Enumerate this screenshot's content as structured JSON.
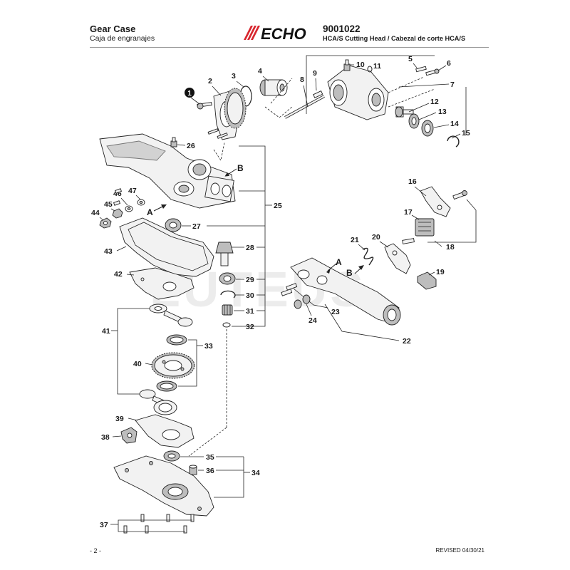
{
  "header": {
    "title": "Gear Case",
    "subtitle": "Caja de engranajes",
    "brand": "ECHO",
    "part_number": "9001022",
    "model": "HCA/S Cutting Head / Cabezal de corte HCA/S"
  },
  "footer": {
    "page": "- 2 -",
    "revised": "REVISED 04/30/21"
  },
  "watermark": "LUTEUS",
  "diagram": {
    "item_1": "1",
    "item_2": "2",
    "item_3": "3",
    "item_4": "4",
    "item_5": "5",
    "item_6": "6",
    "item_7": "7",
    "item_8": "8",
    "item_9": "9",
    "item_10": "10",
    "item_11": "11",
    "item_12": "12",
    "item_13": "13",
    "item_14": "14",
    "item_15": "15",
    "item_16": "16",
    "item_17": "17",
    "item_18": "18",
    "item_19": "19",
    "item_20": "20",
    "item_21": "21",
    "item_22": "22",
    "item_23": "23",
    "item_24": "24",
    "item_25": "25",
    "item_26": "26",
    "item_27": "27",
    "item_28": "28",
    "item_29": "29",
    "item_30": "30",
    "item_31": "31",
    "item_32": "32",
    "item_33": "33",
    "item_34": "34",
    "item_35": "35",
    "item_36": "36",
    "item_37": "37",
    "item_38": "38",
    "item_39": "39",
    "item_40": "40",
    "item_41": "41",
    "item_42": "42",
    "item_43": "43",
    "item_44": "44",
    "item_45": "45",
    "item_46": "46",
    "item_47": "47",
    "marker_a": "A",
    "marker_b": "B"
  }
}
